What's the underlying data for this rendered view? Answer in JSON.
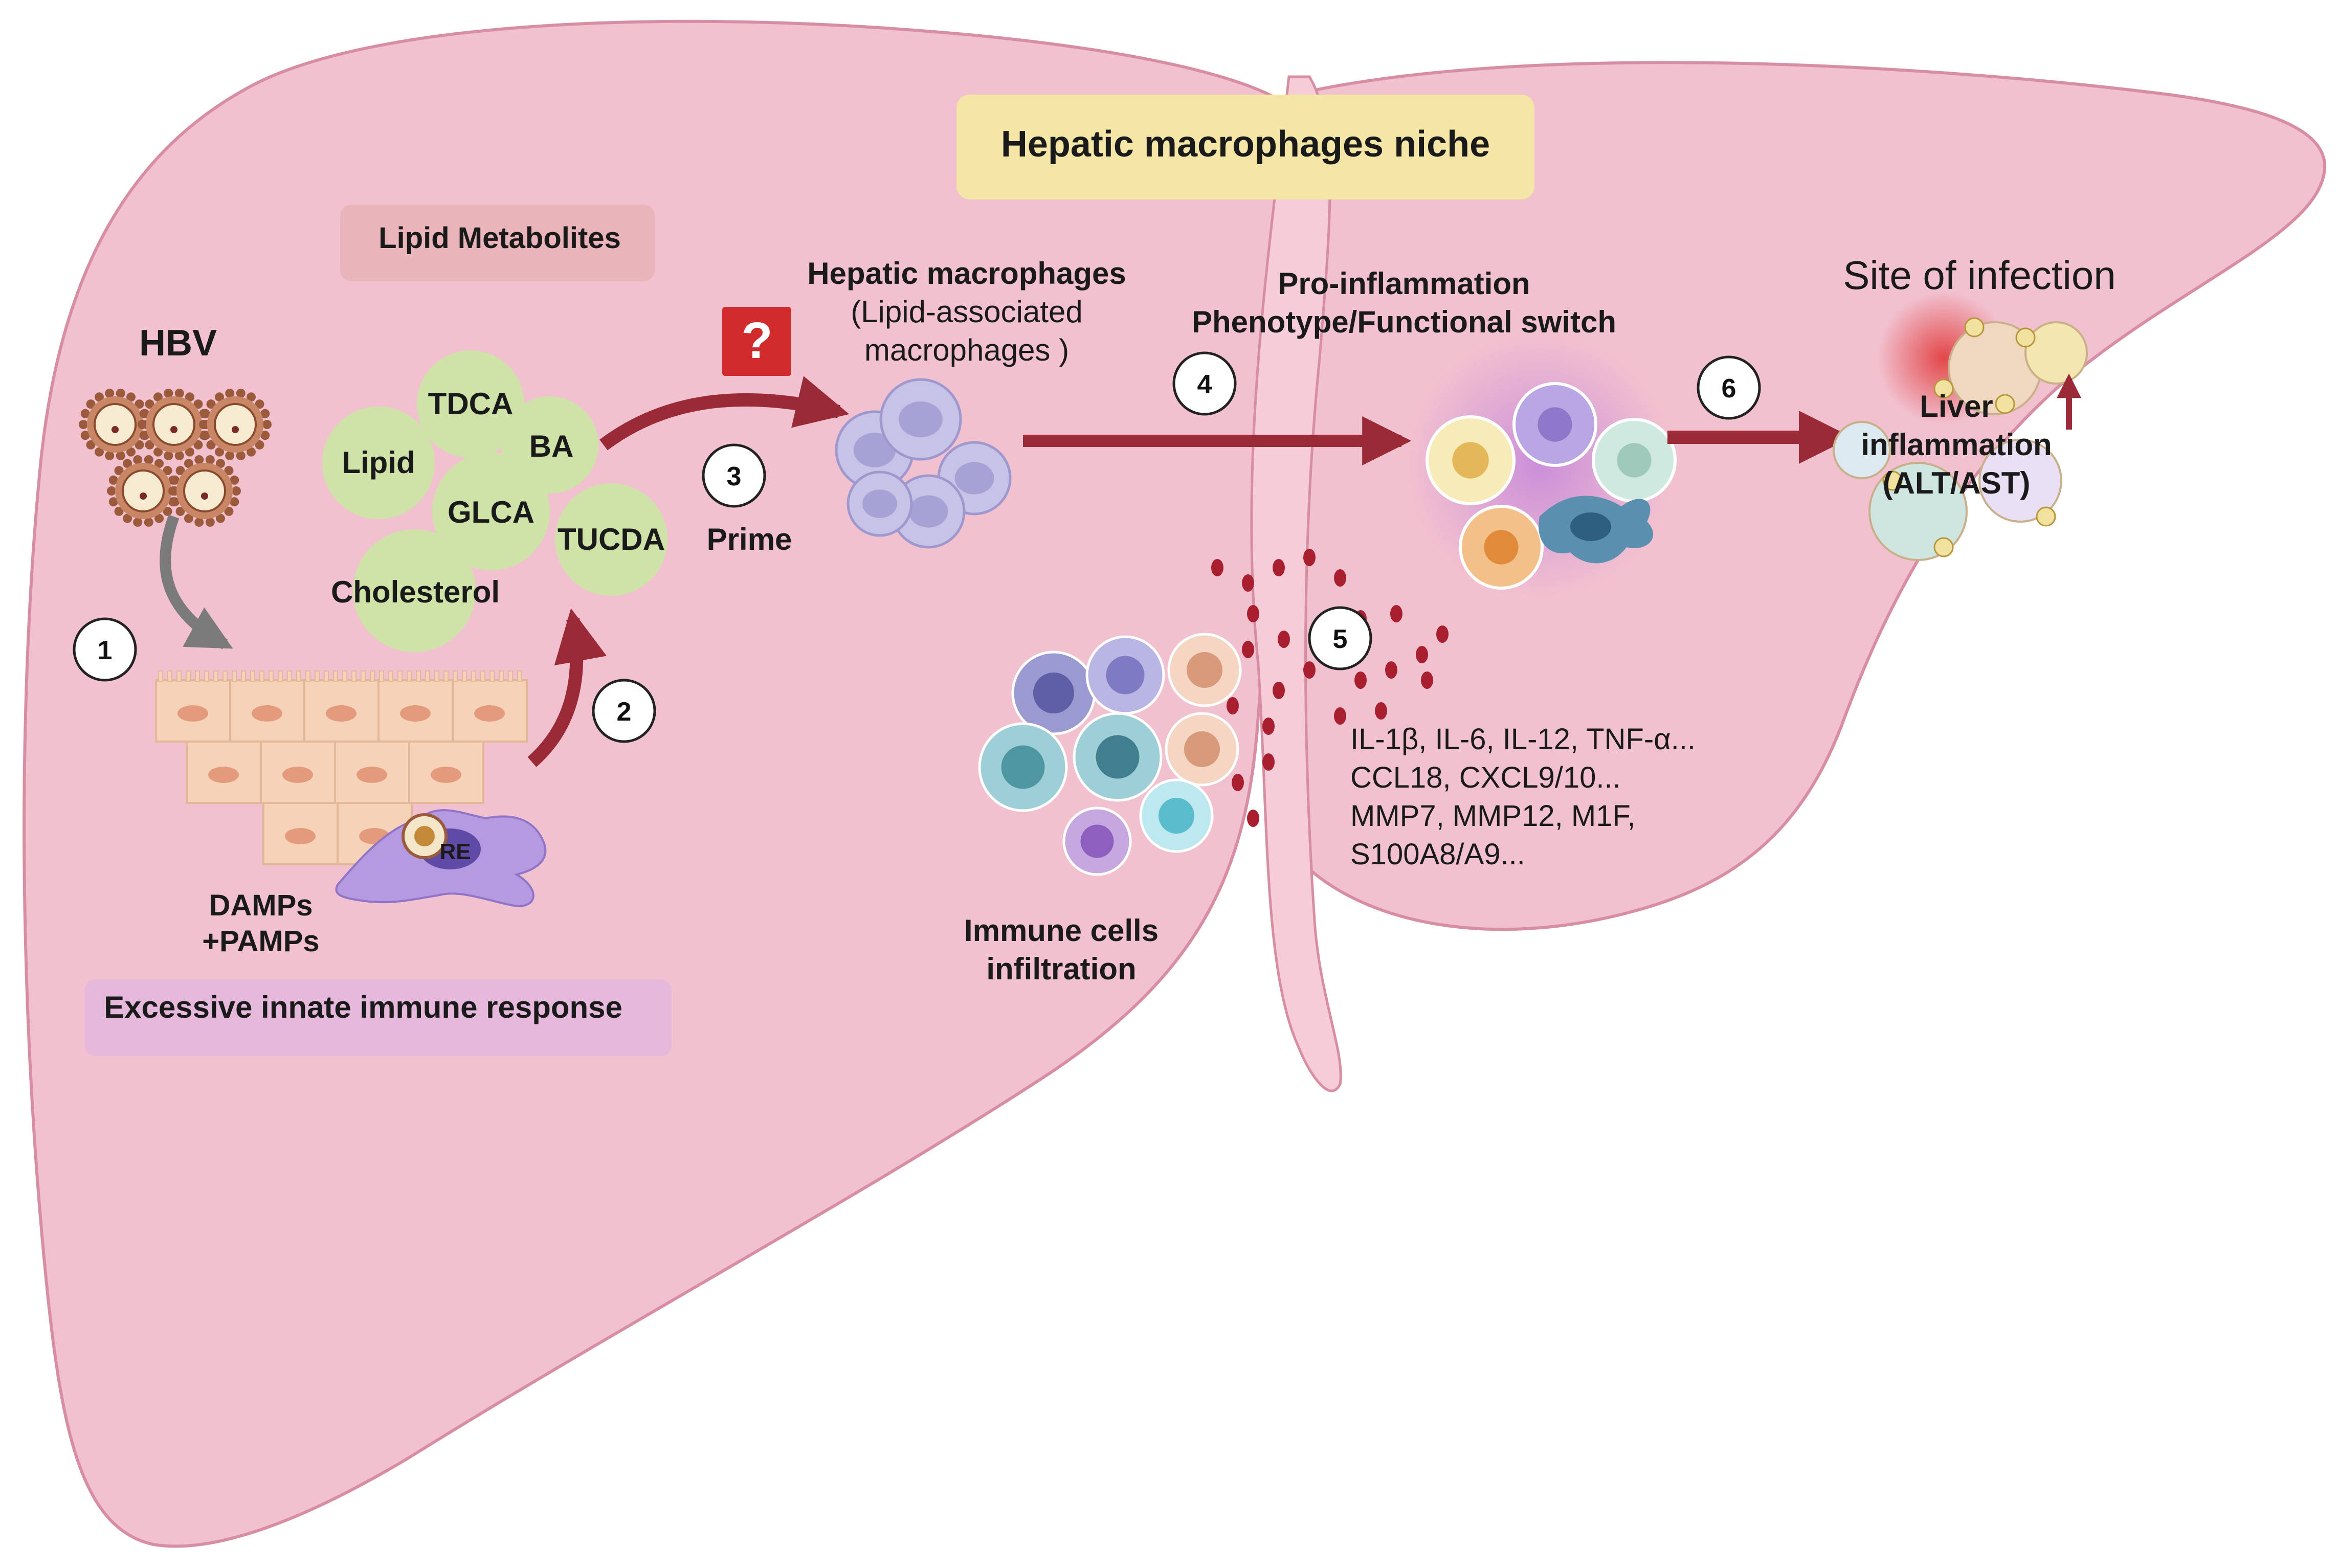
{
  "title": "Hepatic macrophages niche",
  "colors": {
    "liver_fill": "#f2c1cf",
    "liver_stroke": "#d78ea2",
    "arrow_dark_red": "#9b2a37",
    "arrow_gray": "#7b7b7b",
    "metabolite_green": "#cfe3a9",
    "title_box": "#f3e6a7",
    "lipid_box": "#e8b1b6",
    "innate_box": "#e6b8dc",
    "question_box": "#d12b2b"
  },
  "hbv": {
    "label": "HBV"
  },
  "lipid_metabolites": {
    "box_label": "Lipid Metabolites",
    "items": [
      "TDCA",
      "BA",
      "Lipid",
      "GLCA",
      "TUCDA",
      "Cholesterol"
    ]
  },
  "damps": {
    "line1": "DAMPs",
    "line2": "+PAMPs"
  },
  "re_label": "RE",
  "innate_response": "Excessive innate immune response",
  "question_mark": "?",
  "macrophages": {
    "title": "Hepatic macrophages",
    "subtitle_line1": "(Lipid-associated",
    "subtitle_line2": "macrophages )"
  },
  "prime_label": "Prime",
  "pro_inflammation": {
    "line1": "Pro-inflammation",
    "line2": "Phenotype/Functional switch"
  },
  "site_of_infection": "Site of infection",
  "liver_inflammation": {
    "line1": "Liver",
    "line2": "inflammation",
    "line3": "(ALT/AST)"
  },
  "cytokines": [
    "IL-1β, IL-6, IL-12, TNF-α...",
    "CCL18, CXCL9/10...",
    "MMP7, MMP12, M1F,",
    "S100A8/A9..."
  ],
  "immune_cells": {
    "line1": "Immune cells",
    "line2": "infiltration"
  },
  "steps": [
    "1",
    "2",
    "3",
    "4",
    "5",
    "6"
  ]
}
